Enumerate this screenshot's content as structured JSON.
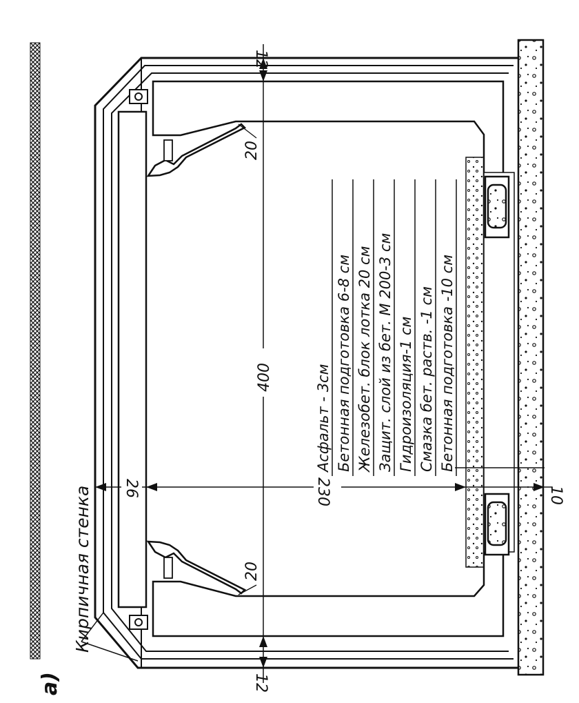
{
  "figure": {
    "label": "а)",
    "wall_label": "Кирпичная стенка"
  },
  "dimensions": {
    "top_margin": "12",
    "bottom_margin": "12",
    "slope_top": "20",
    "slope_bottom": "20",
    "height": "400",
    "width": "230",
    "wall_thickness": "26",
    "floor_gap": "10"
  },
  "layers": [
    "Асфальт - 3см",
    "Бетонная подготовка 6-8 см",
    "Железобет. блок лотка 20 см",
    "Защит. слой из бет. М 200-3 см",
    "Гидроизоляция-1 см",
    "Смазка бет. раств. -1 см",
    "Бетонная подготовка -10 см"
  ]
}
